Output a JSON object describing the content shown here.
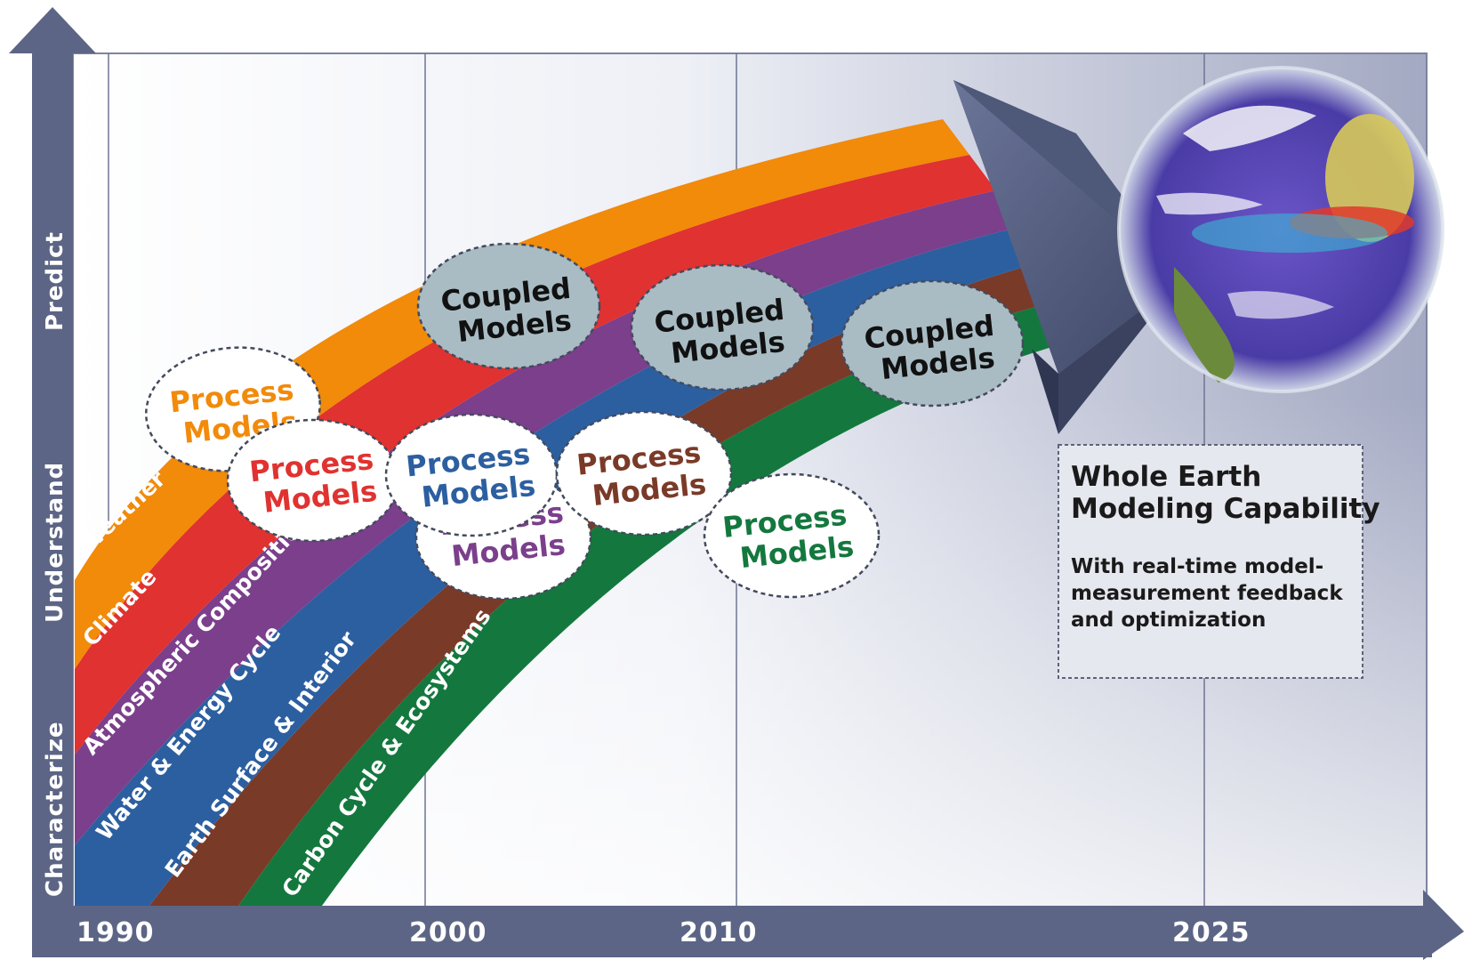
{
  "axes": {
    "y_levels": [
      "Characterize",
      "Understand",
      "Predict"
    ],
    "x_years": [
      "1990",
      "2000",
      "2010",
      "2025"
    ]
  },
  "bands": [
    {
      "label": "Weather",
      "color": "#f28a0a"
    },
    {
      "label": "Climate",
      "color": "#e03230"
    },
    {
      "label": "Atmospheric Composition",
      "color": "#7b3f8c"
    },
    {
      "label": "Water & Energy Cycle",
      "color": "#2c5fa0"
    },
    {
      "label": "Earth Surface & Interior",
      "color": "#7a3a28"
    },
    {
      "label": "Carbon Cycle & Ecosystems",
      "color": "#14783e"
    }
  ],
  "bubbles": {
    "process_line1": "Process",
    "process_line2": "Models",
    "coupled_line1": "Coupled",
    "coupled_line2": "Models"
  },
  "capability_box": {
    "title_line1": "Whole Earth",
    "title_line2": "Modeling Capability",
    "desc_line1": "With real-time model-",
    "desc_line2": "measurement feedback",
    "desc_line3": "and optimization"
  },
  "colors": {
    "axis": "#5c6585",
    "coupled_fill": "#a9bcc4",
    "process_fill": "#ffffff"
  },
  "icons": [
    "earth-globe-icon",
    "arrow-right-icon"
  ]
}
